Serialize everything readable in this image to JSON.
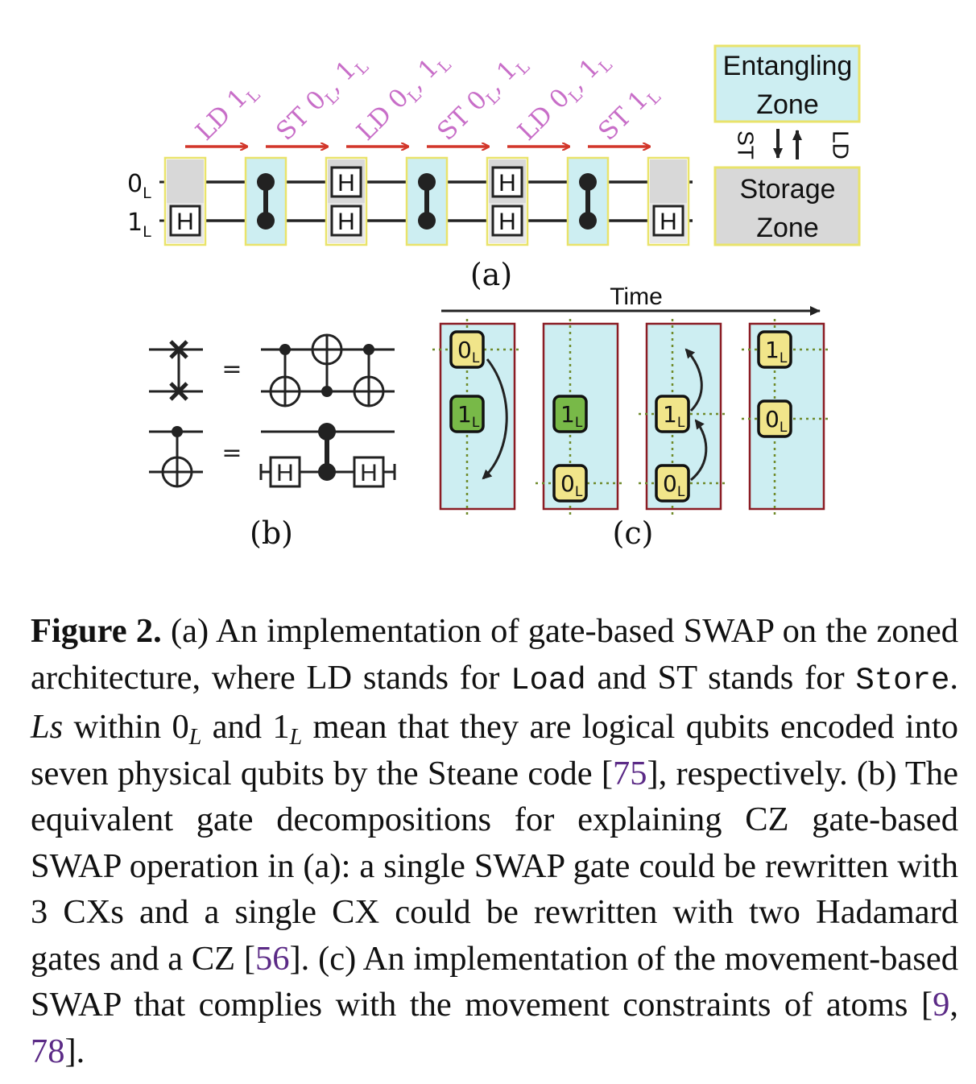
{
  "panel_a": {
    "label": "(a)",
    "moves": [
      {
        "text": "LD 1",
        "sub": "L",
        "rest": ""
      },
      {
        "text": "ST 0",
        "sub": "L",
        "rest": ", 1",
        "sub2": "L"
      },
      {
        "text": "LD 0",
        "sub": "L",
        "rest": ", 1",
        "sub2": "L"
      },
      {
        "text": "ST 0",
        "sub": "L",
        "rest": ", 1",
        "sub2": "L"
      },
      {
        "text": "LD 0",
        "sub": "L",
        "rest": ", 1",
        "sub2": "L"
      },
      {
        "text": "ST 1",
        "sub": "L",
        "rest": ""
      }
    ],
    "qubit_labels": [
      "0",
      "1"
    ],
    "qubit_sub": "L",
    "gate_h": "H",
    "legend": {
      "entangling": [
        "Entangling",
        "Zone"
      ],
      "storage": [
        "Storage",
        "Zone"
      ],
      "st": "ST",
      "ld": "LD"
    },
    "colors": {
      "entangling": "#cdeef2",
      "storage": "#d8d8d8",
      "zone_border": "#e9e36b",
      "move_text": "#c86ec8",
      "arrow": "#d2362a"
    }
  },
  "panel_b": {
    "label": "(b)",
    "equals": "=",
    "gate_h": "H"
  },
  "panel_c": {
    "label": "(c)",
    "time_label": "Time",
    "qubit_main": [
      "0",
      "1"
    ],
    "qubit_sub": "L",
    "colors": {
      "zone_fill": "#cdeef2",
      "zone_border": "#8b1c24",
      "yellow_atom": "#f1e58a",
      "green_atom": "#78b948",
      "grid": "#6f8a2b"
    }
  },
  "caption": {
    "fig_label": "Figure 2.",
    "p1": " (a) An implementation of gate-based SWAP on the zoned architecture, where LD stands for ",
    "load": "Load",
    "p2": " and ST stands for ",
    "store": "Store",
    "p3": ". ",
    "ls": "Ls",
    "p4": " within 0",
    "sub_l": "L",
    "p5": " and 1",
    "p6": " mean that they are logical qubits encoded into seven physical qubits by the Steane code [",
    "ref1": "75",
    "p7": "], respectively. (b) The equivalent gate decompositions for explaining CZ gate-based SWAP operation in (a): a single SWAP gate could be rewritten with 3 CXs and a single CX could be rewritten with two Hadamard gates and a CZ [",
    "ref2": "56",
    "p8": "]. (c) An implementation of the movement-based SWAP that complies with the movement constraints of atoms [",
    "ref3": "9",
    "p9": ", ",
    "ref4": "78",
    "p10": "]."
  }
}
